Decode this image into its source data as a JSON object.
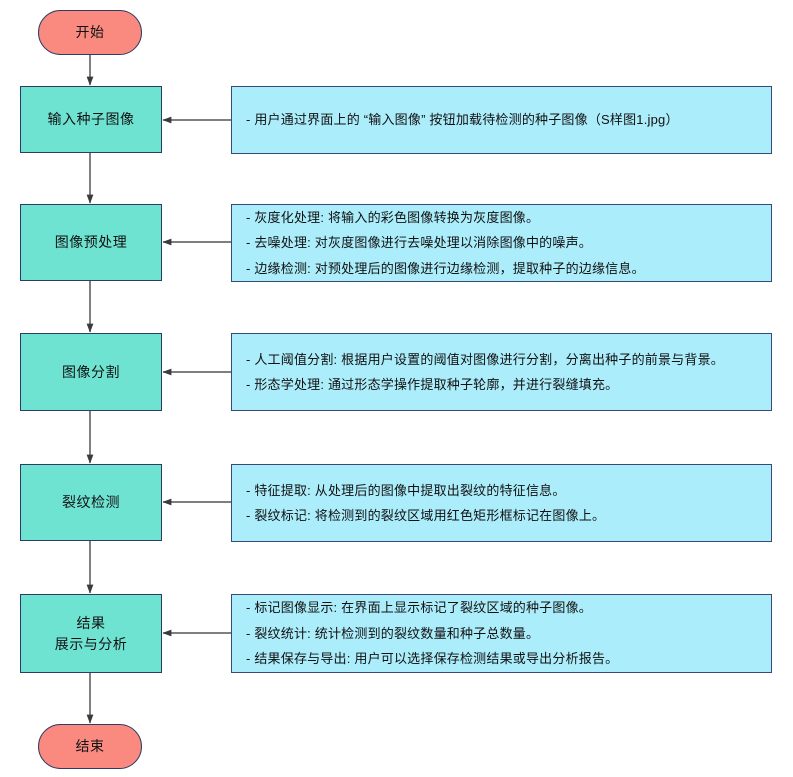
{
  "diagram": {
    "type": "flowchart",
    "orientation": "top-to-bottom",
    "language": "zh-CN",
    "colors": {
      "terminator_fill": "#FA8A80",
      "terminator_stroke": "#2E3B62",
      "process_fill": "#6FE3D2",
      "process_stroke": "#2E3B62",
      "note_fill": "#ACEDFB",
      "note_stroke": "#3A4A78",
      "edge_stroke": "#555555",
      "text": "#121212",
      "background": "#FFFFFF"
    }
  },
  "nodes": {
    "start": {
      "label": "开始",
      "shape": "terminator"
    },
    "end": {
      "label": "结束",
      "shape": "terminator"
    },
    "steps": [
      {
        "id": "input",
        "label": "输入种子图像",
        "label2": ""
      },
      {
        "id": "preprocess",
        "label": "图像预处理",
        "label2": ""
      },
      {
        "id": "segment",
        "label": "图像分割",
        "label2": ""
      },
      {
        "id": "crack",
        "label": "裂纹检测",
        "label2": ""
      },
      {
        "id": "result",
        "label": "结果",
        "label2": "展示与分析"
      }
    ]
  },
  "notes": [
    {
      "for": "input",
      "lines": [
        "- 用户通过界面上的 “输入图像” 按钮加载待检测的种子图像（S样图1.jpg）"
      ]
    },
    {
      "for": "preprocess",
      "lines": [
        "- 灰度化处理: 将输入的彩色图像转换为灰度图像。",
        "- 去噪处理: 对灰度图像进行去噪处理以消除图像中的噪声。",
        "- 边缘检测: 对预处理后的图像进行边缘检测，提取种子的边缘信息。"
      ]
    },
    {
      "for": "segment",
      "lines": [
        "- 人工阈值分割: 根据用户设置的阈值对图像进行分割，分离出种子的前景与背景。",
        "- 形态学处理: 通过形态学操作提取种子轮廓，并进行裂缝填充。"
      ]
    },
    {
      "for": "crack",
      "lines": [
        "- 特征提取: 从处理后的图像中提取出裂纹的特征信息。",
        "- 裂纹标记: 将检测到的裂纹区域用红色矩形框标记在图像上。"
      ]
    },
    {
      "for": "result",
      "lines": [
        "- 标记图像显示: 在界面上显示标记了裂纹区域的种子图像。",
        "- 裂纹统计: 统计检测到的裂纹数量和种子总数量。",
        "- 结果保存与导出: 用户可以选择保存检测结果或导出分析报告。"
      ]
    }
  ]
}
